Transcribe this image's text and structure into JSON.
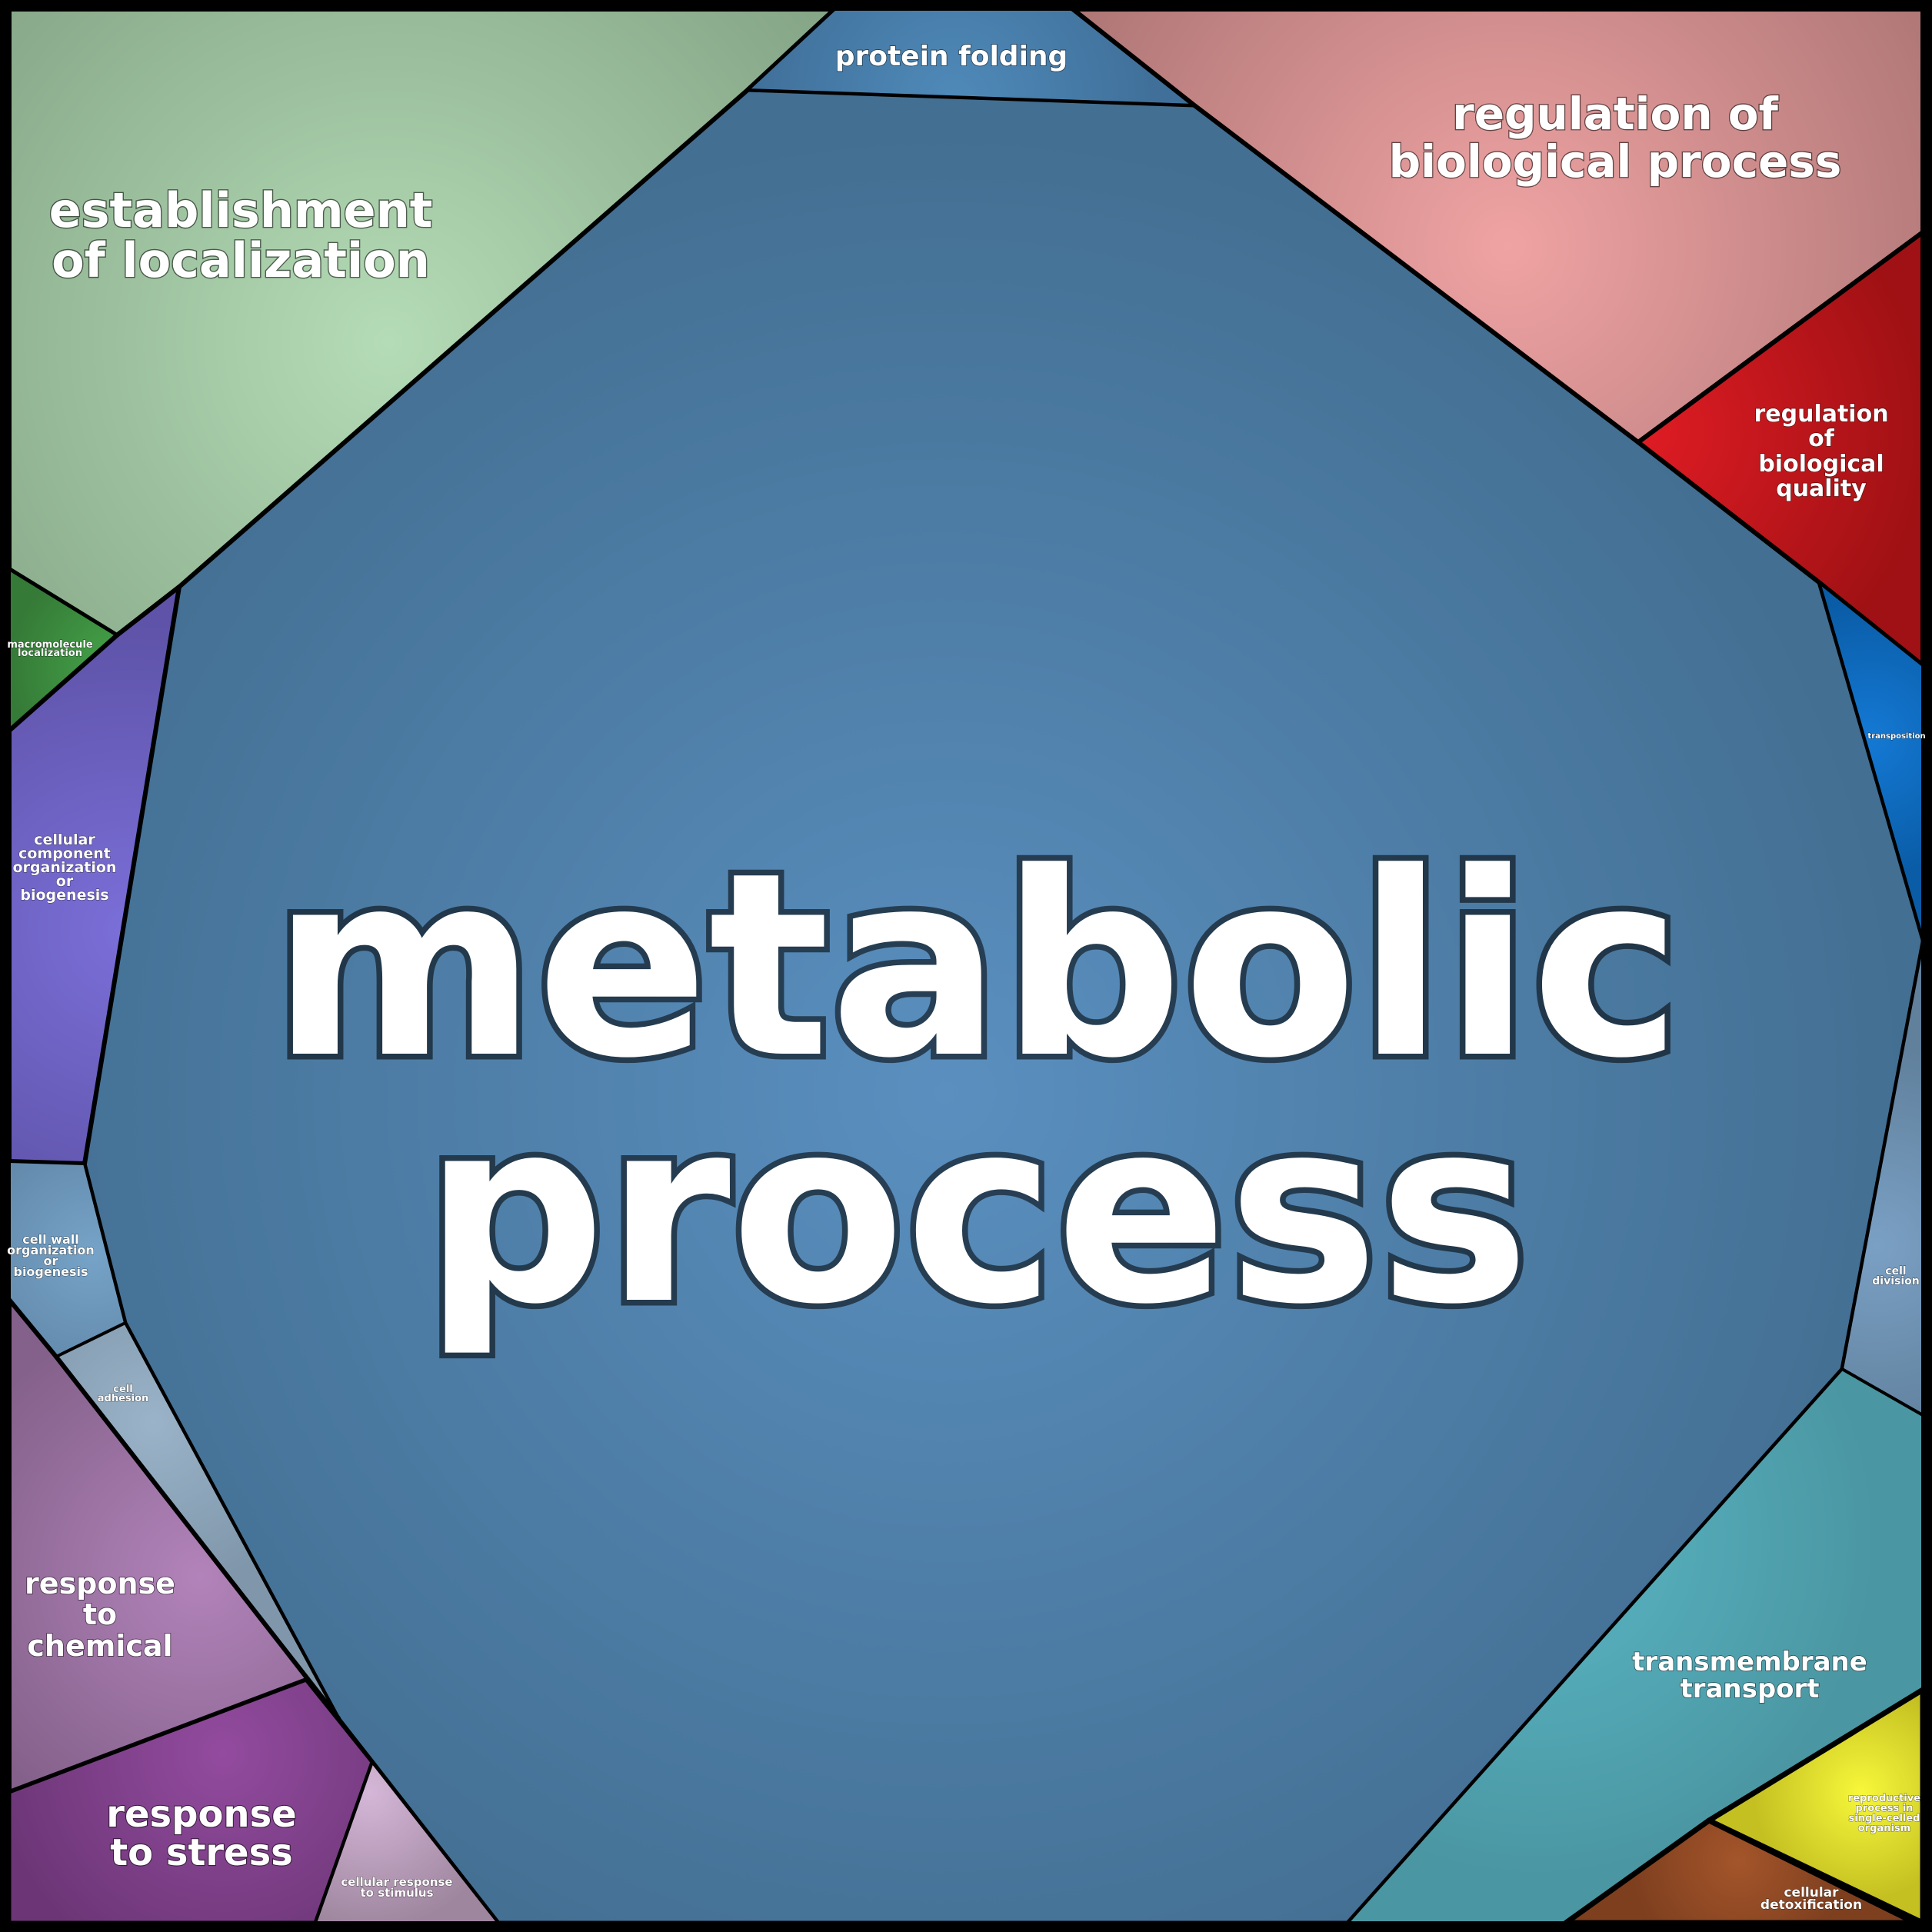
{
  "diagram": {
    "type": "voronoi-treemap",
    "regions": [
      {
        "id": "metabolic-process",
        "lines": [
          "metabolic",
          "process"
        ],
        "color": "#5a8fbf",
        "edge": "#436f92"
      },
      {
        "id": "establishment-of-localization",
        "lines": [
          "establishment",
          "of localization"
        ],
        "color": "#b4dcb6",
        "edge": "#7f9e80"
      },
      {
        "id": "macromolecule-localization",
        "lines": [
          "macromolecule",
          "localization"
        ],
        "color": "#46a64a",
        "edge": "#357a37"
      },
      {
        "id": "protein-folding",
        "lines": [
          "protein folding"
        ],
        "color": "#4f8ab9",
        "edge": "#40709a"
      },
      {
        "id": "regulation-of-biological-process",
        "lines": [
          "regulation of",
          "biological process"
        ],
        "color": "#f0a3a3",
        "edge": "#ad7575"
      },
      {
        "id": "regulation-of-biological-quality",
        "lines": [
          "regulation",
          "of",
          "biological",
          "quality"
        ],
        "color": "#e01c24",
        "edge": "#9f1114"
      },
      {
        "id": "transposition",
        "lines": [
          "transposition"
        ],
        "color": "#1479d4",
        "edge": "#0a5ca6"
      },
      {
        "id": "cellular-component-organization-or-biogenesis",
        "lines": [
          "cellular",
          "component",
          "organization",
          "or",
          "biogenesis"
        ],
        "color": "#7b6fd9",
        "edge": "#5e53a8"
      },
      {
        "id": "cell-wall-organization-or-biogenesis",
        "lines": [
          "cell wall",
          "organization",
          "or",
          "biogenesis"
        ],
        "color": "#76a3c8",
        "edge": "#5d82a2"
      },
      {
        "id": "cell-adhesion",
        "lines": [
          "cell",
          "adhesion"
        ],
        "color": "#9ab3c8",
        "edge": "#8097ab"
      },
      {
        "id": "cell-division",
        "lines": [
          "cell",
          "division"
        ],
        "color": "#7aa0c4",
        "edge": "#60809c"
      },
      {
        "id": "response-to-chemical",
        "lines": [
          "response",
          "to",
          "chemical"
        ],
        "color": "#b283ba",
        "edge": "#84618a"
      },
      {
        "id": "response-to-stress",
        "lines": [
          "response",
          "to stress"
        ],
        "color": "#934b9f",
        "edge": "#6c3676"
      },
      {
        "id": "cellular-response-to-stimulus",
        "lines": [
          "cellular response",
          "to stimulus"
        ],
        "color": "#d5b6d8",
        "edge": "#9e869e"
      },
      {
        "id": "transmembrane-transport",
        "lines": [
          "transmembrane",
          "transport"
        ],
        "color": "#5ab6c4",
        "edge": "#4a96a2"
      },
      {
        "id": "reproductive-process-in-single-celled-organism",
        "lines": [
          "reproductive",
          "process in",
          "single-celled",
          "organism"
        ],
        "color": "#f7f73a",
        "edge": "#c4c022"
      },
      {
        "id": "cellular-detoxification",
        "lines": [
          "cellular",
          "detoxification"
        ],
        "color": "#a4552a",
        "edge": "#7e3f1f"
      }
    ]
  }
}
